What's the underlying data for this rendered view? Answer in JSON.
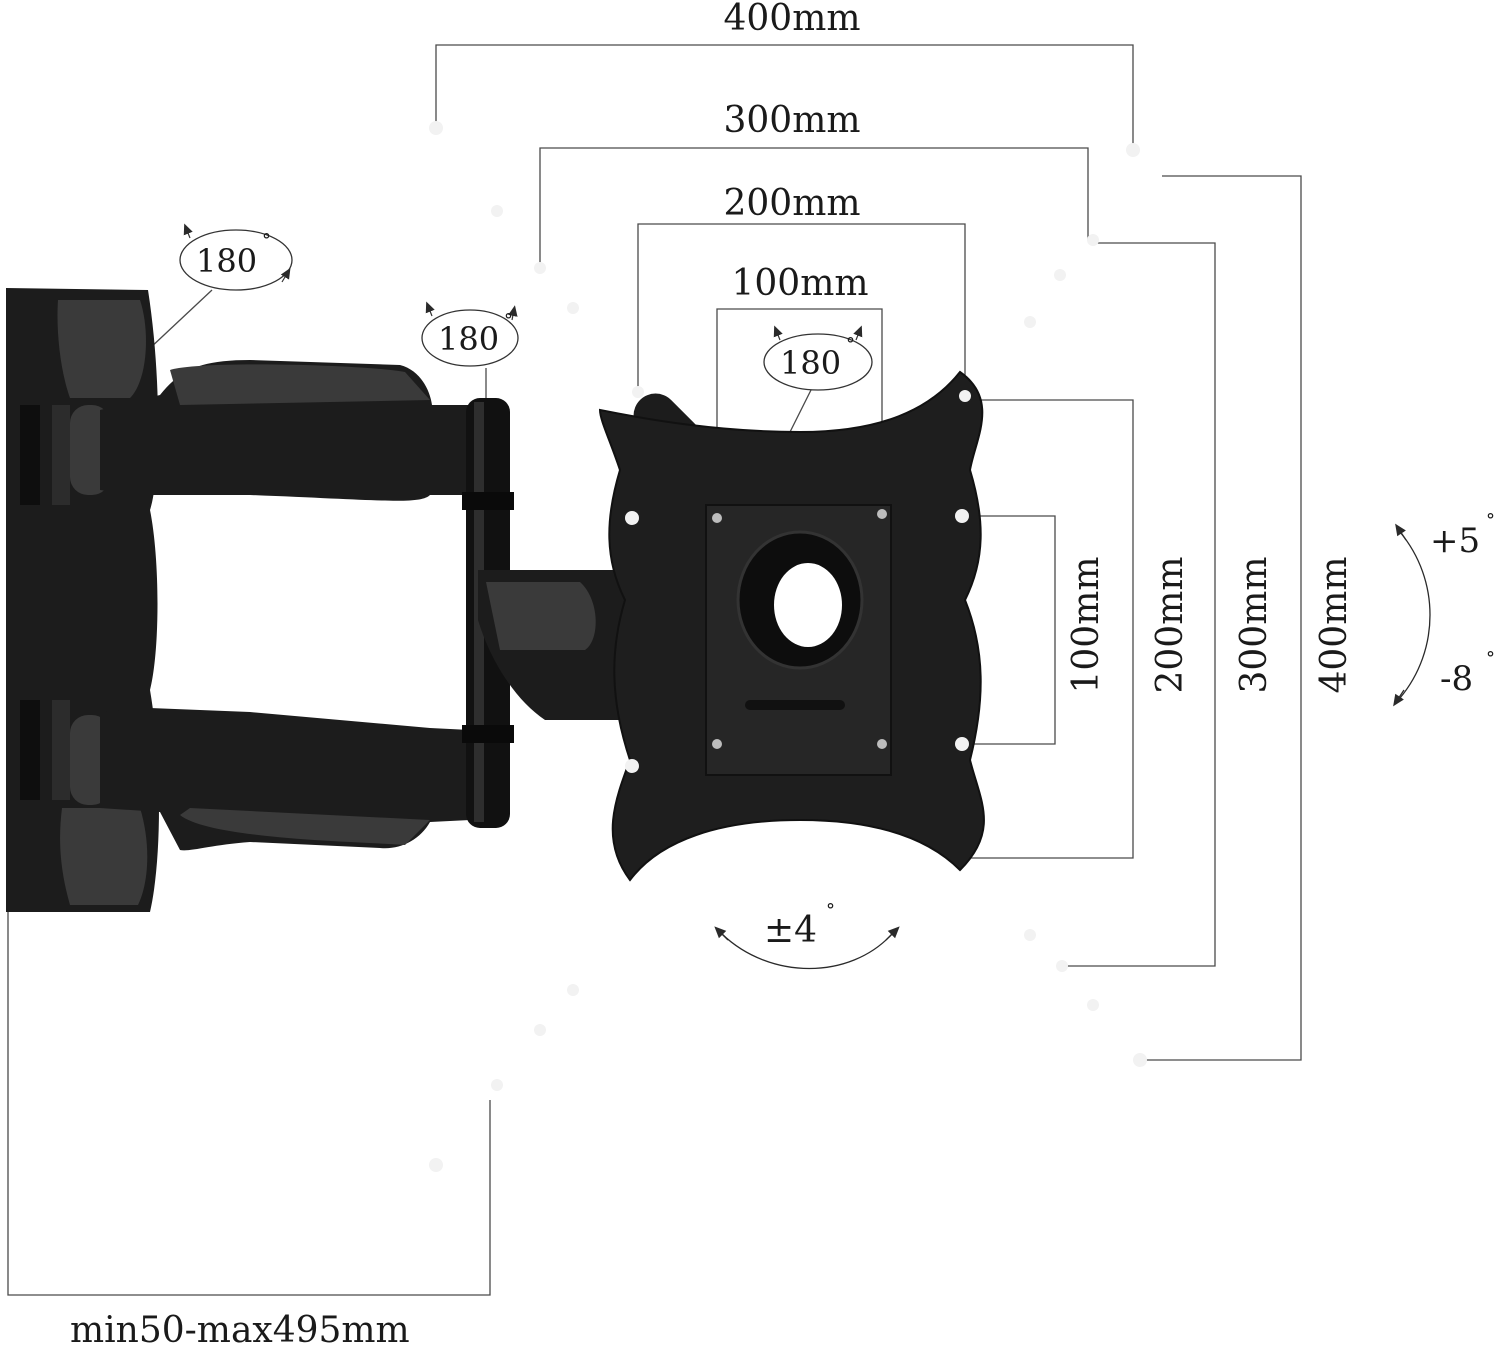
{
  "vesa": {
    "horizontal": [
      "400mm",
      "300mm",
      "200mm",
      "100mm"
    ],
    "vertical": [
      "100mm",
      "200mm",
      "300mm",
      "400mm"
    ]
  },
  "rotation": {
    "wall_joint": "180",
    "arm_joint": "180",
    "plate_rotation": "180",
    "degree_symbol": "°"
  },
  "tilt": {
    "up": "+5",
    "down": "-8"
  },
  "swivel_level": "±4",
  "extension": "min50-max495mm"
}
